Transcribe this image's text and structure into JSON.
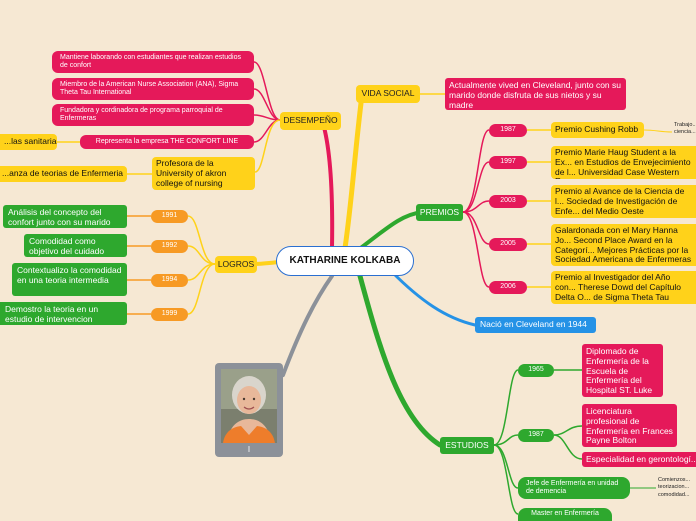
{
  "center": {
    "title": "KATHARINE KOLKABA"
  },
  "photo": {
    "caption": "I",
    "icon": "portrait-photo"
  },
  "vida_social": {
    "label": "VIDA SOCIAL",
    "detail": "Actualmente vived en Cleveland, junto con su marido donde disfruta de sus nietos y su madre"
  },
  "desempeno": {
    "label": "DESEMPEÑO",
    "items": [
      "Mantiene laborando con estudiantes que realizan estudios de confort",
      "Miembro de la American Nurse Association (ANA), Sigma Theta Tau International",
      "Fundadora y cordinadora de programa parroquial de Enfermeras",
      "Representa la empresa THE CONFORT LINE"
    ],
    "left_fragment": "...las sanitarias",
    "profesora": "Profesora de la University of akron college of nursing",
    "profesora_fragment": "...anza de teorias de Enfermeria"
  },
  "premios": {
    "label": "PREMIOS",
    "years": [
      "1987",
      "1997",
      "2003",
      "2005",
      "2006"
    ],
    "awards": [
      "Premio Cushing Robb",
      "Premio Marie Haug Student a la Ex... en Estudios de Envejecimiento de l... Universidad Case Western Reserve",
      "Premio al Avance de la Ciencia de l... Sociedad de Investigación de Enfe... del Medio Oeste",
      "Galardonada con el Mary Hanna Jo... Second Place Award en la Categorí... Mejores Prácticas por la Sociedad Americana de Enfermeras de Perian...",
      "Premio al Investigador del Año con... Therese Dowd del Capítulo Delta O... de Sigma Theta Tau"
    ],
    "cushing_note": "Trabajo... ciencia..."
  },
  "nacio": {
    "label": "Nació en Cleveland en 1944"
  },
  "logros": {
    "label": "LOGROS",
    "years": [
      "1991",
      "1992",
      "1994",
      "1999"
    ],
    "items": [
      "Análisis del concepto del confort junto con su marido",
      "Comodidad como objetivo del cuidado",
      "Contextualizo la comodidad en una teoria intermedia",
      "Demostro la teoria en un estudio de intervencion"
    ]
  },
  "estudios": {
    "label": "ESTUDIOS",
    "years": [
      "1965",
      "1987"
    ],
    "degrees": [
      "Diplomado de Enfermería de la Escuela de Enfermería del Hospital ST. Luke",
      "Licenciatura profesional de Enfermería en Frances Payne Bolton",
      "Especialidad en gerontologí..."
    ],
    "jefe": "Jefe de Enfermería en unidad de demencia",
    "jefe_note": "Comienzos... teorizacion... comodidad...",
    "master": "Master en Enfermería"
  },
  "colors": {
    "background": "#f6e8d3",
    "yellow": "#ffd21a",
    "magenta": "#e5195a",
    "green": "#2ea82e",
    "orange": "#f79a24",
    "blue": "#2592e6",
    "center_border": "#2a6fd1"
  }
}
